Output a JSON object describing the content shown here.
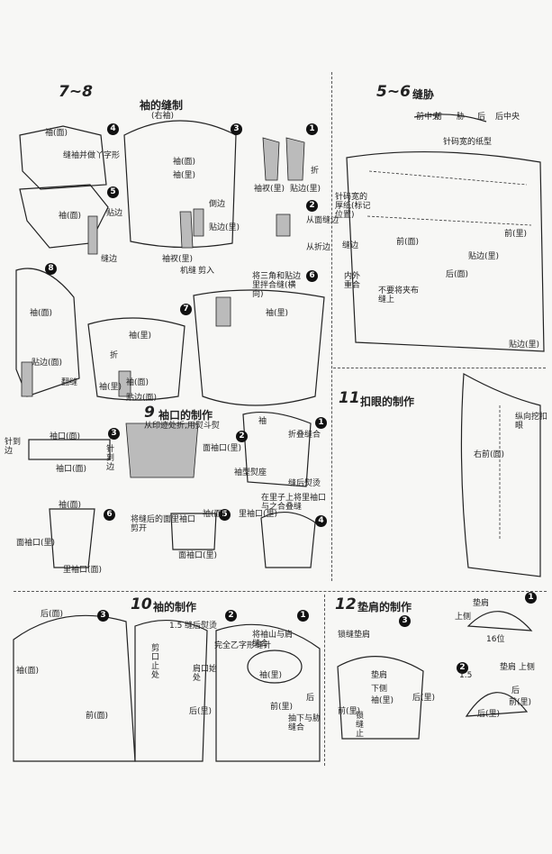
{
  "sections": {
    "s78": {
      "num": "7~8",
      "title": "袖的缝制",
      "sub": "(右袖)"
    },
    "s56": {
      "num": "5~6",
      "title": "缝胁"
    },
    "s9": {
      "num": "9",
      "title": "袖口的制作"
    },
    "s11": {
      "num": "11",
      "title": "扣眼的制作"
    },
    "s10": {
      "num": "10",
      "title": "袖的制作"
    },
    "s12": {
      "num": "12",
      "title": "垫肩的制作"
    }
  },
  "labels": {
    "a1": "袖(面)",
    "a2": "缝袖并做丫字形",
    "a3": "袖(面)",
    "a4": "贴边",
    "a5": "缝边",
    "a6": "袖(里)",
    "a7": "袖衩(里)",
    "a8": "机缝",
    "a9": "剪入",
    "a10": "贴边(里)",
    "a11": "倒边",
    "a12": "袖衩(里)",
    "a13": "贴边(里)",
    "a14": "折",
    "a15": "从面缝边",
    "a16": "从折边",
    "a17": "袖(面)",
    "a18": "将三角和贴边里拌合缝(横向)",
    "a19": "袖(里)",
    "a20": "袖(面)",
    "a21": "袖(里)",
    "a22": "贴边(面)",
    "a23": "翻缝",
    "a24": "折",
    "a25": "袖(面)",
    "a26": "袖(里)",
    "a27": "贴边(面)",
    "b1": "前中央",
    "b2": "前",
    "b3": "胁",
    "b4": "后",
    "b5": "后中央",
    "b6": "针码宽的纸型",
    "b7": "针码宽的厚纸(标记位置)",
    "b8": "缝边",
    "b9": "前(面)",
    "b10": "贴边(里)",
    "b11": "后(面)",
    "b12": "前(里)",
    "b13": "内外重合",
    "b14": "不要将夹布缝上",
    "b15": "贴边(里)",
    "c1": "袖口(面)",
    "c2": "针到边",
    "c3": "针到边",
    "c4": "袖口(面)",
    "c5": "从印迹处折,用熨斗熨",
    "c6": "面袖口(里)",
    "c7": "袖",
    "c8": "折叠缝合",
    "c9": "袖型熨座",
    "c10": "缝后熨烫",
    "c11": "袖(面)",
    "c12": "面袖口(里)",
    "c13": "里袖口(面)",
    "c14": "将缝后的面里袖口剪开",
    "c15": "袖(面)",
    "c16": "面袖口(里)",
    "c17": "在里子上将里袖口与之合叠缝",
    "c18": "里袖口(里)",
    "d1": "纵向挖扣眼",
    "d2": "右前(面)",
    "e1": "后(面)",
    "e2": "袖(面)",
    "e3": "前(面)",
    "e4": "缝后熨烫",
    "e5": "完全乙字形缝针",
    "e6": "剪口止处",
    "e7": "肩口始处",
    "e8": "后(里)",
    "e9": "将袖山与肩缝合",
    "e10": "袖(里)",
    "e11": "前(里)",
    "e12": "抽下与胁缝合",
    "e13": "后",
    "e14": "1.5",
    "f1": "垫肩",
    "f2": "上侧",
    "f3": "16位",
    "f4": "锁缝垫肩",
    "f5": "垫肩",
    "f6": "下侧",
    "f7": "袖(里)",
    "f8": "前(里)",
    "f9": "后(里)",
    "f10": "锁缝止",
    "f11": "垫肩 上侧",
    "f12": "后(里)",
    "f13": "前(里)",
    "f14": "后",
    "f15": "1.5"
  },
  "steps": [
    "1",
    "2",
    "3",
    "4",
    "5",
    "6",
    "7",
    "8"
  ]
}
